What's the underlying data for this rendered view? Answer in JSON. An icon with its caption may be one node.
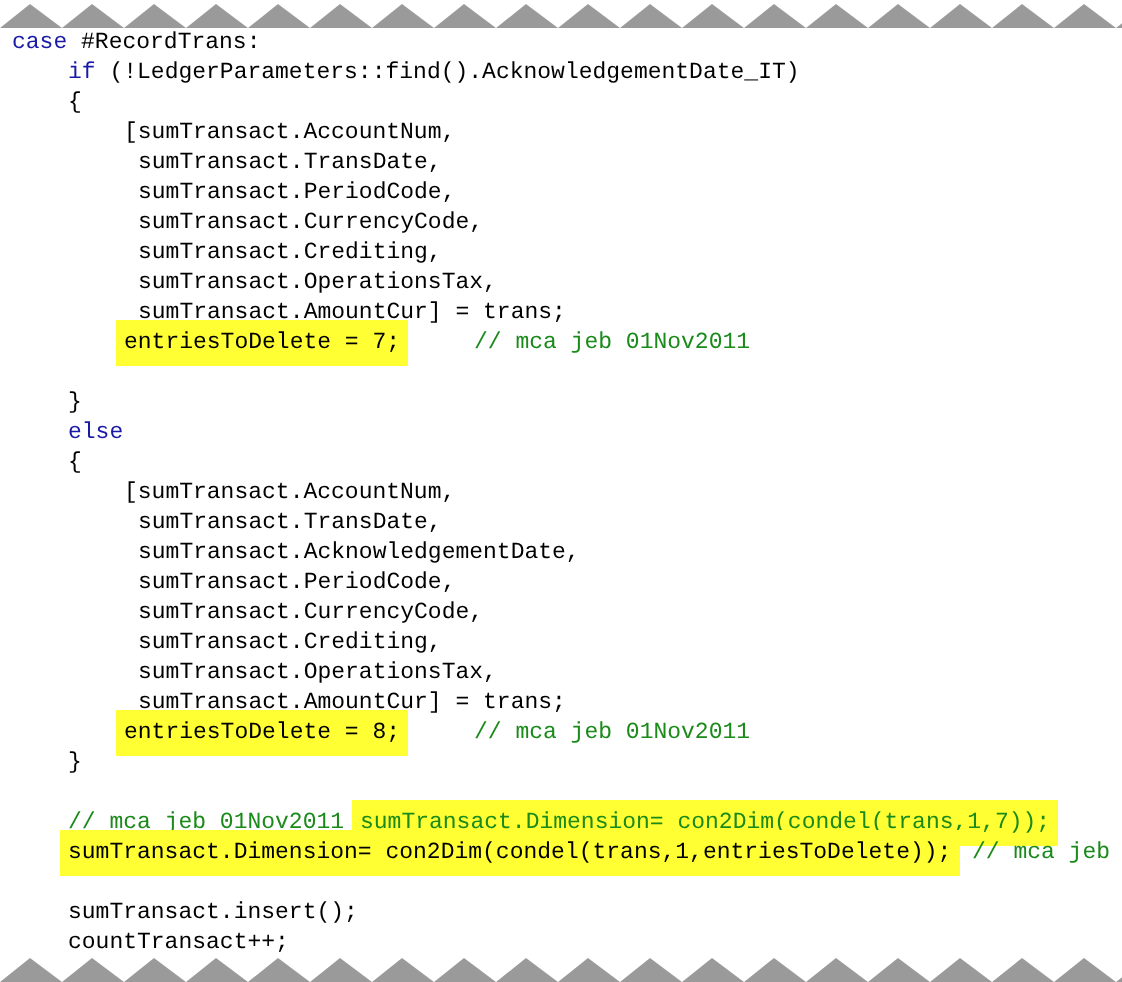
{
  "diagram": {
    "labels": [
      "case #RecordTrans:",
      "if (!LedgerParameters::find().AcknowledgementDate_IT)",
      "{",
      "[sumTransact.AccountNum,",
      "sumTransact.TransDate,",
      "sumTransact.PeriodCode,",
      "sumTransact.CurrencyCode,",
      "sumTransact.Crediting,",
      "sumTransact.OperationsTax,",
      "sumTransact.AmountCur] = trans;",
      "entriesToDelete = 7;",
      "// mca jeb 01Nov2011",
      "}",
      "else",
      "{",
      "[sumTransact.AccountNum,",
      "sumTransact.TransDate,",
      "sumTransact.AcknowledgementDate,",
      "sumTransact.PeriodCode,",
      "sumTransact.CurrencyCode,",
      "sumTransact.Crediting,",
      "sumTransact.OperationsTax,",
      "sumTransact.AmountCur] = trans;",
      "entriesToDelete = 8;",
      "// mca jeb 01Nov2011",
      "}",
      "// mca jeb 01Nov2011",
      "sumTransact.Dimension= con2Dim(condel(trans,1,7));",
      "sumTransact.Dimension= con2Dim(condel(trans,1,entriesToDelete));",
      "// mca jeb",
      "sumTransact.insert();",
      "countTransact++;"
    ]
  }
}
